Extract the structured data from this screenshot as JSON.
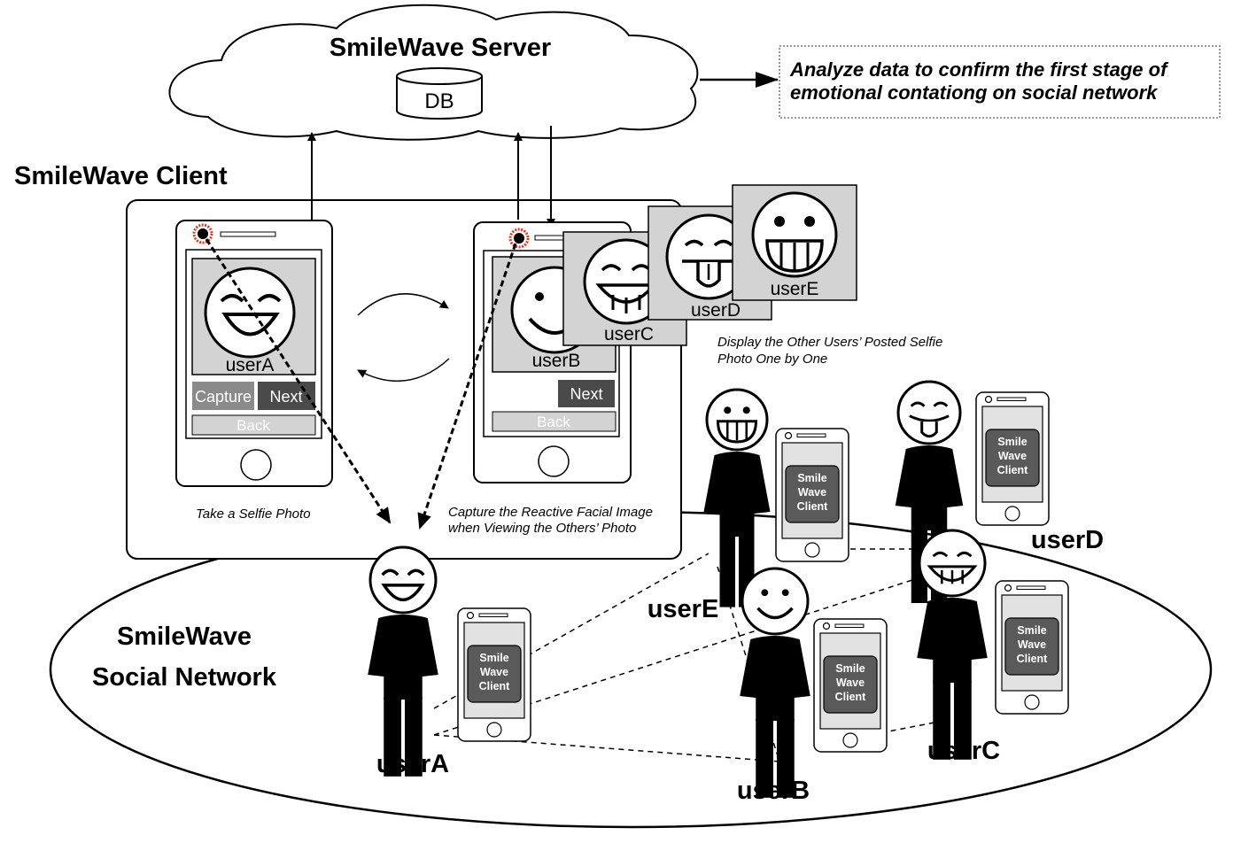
{
  "server": {
    "title": "SmileWave Server",
    "db": "DB"
  },
  "analysis": {
    "line1": "Analyze data to confirm the first stage of",
    "line2": "emotional contationg on social network"
  },
  "client": {
    "title": "SmileWave Client"
  },
  "phone_left": {
    "user": "userA",
    "capture": "Capture",
    "next": "Next",
    "back": "Back",
    "caption": "Take a Selfie Photo"
  },
  "phone_right": {
    "user": "userB",
    "next": "Next",
    "back": "Back",
    "caption_line1": "Capture the Reactive Facial Image",
    "caption_line2": "when Viewing the Others’ Photo"
  },
  "stack_photos": {
    "userC": "userC",
    "userD": "userD",
    "userE": "userE"
  },
  "display_caption": {
    "line1": "Display the Other Users’  Posted Selfie",
    "line2": "Photo One by One"
  },
  "network": {
    "line1": "SmileWave",
    "line2": "Social Network"
  },
  "app_label": {
    "line1": "Smile",
    "line2": "Wave",
    "line3": "Client"
  },
  "people": {
    "userA": "userA",
    "userB": "userB",
    "userC": "userC",
    "userD": "userD",
    "userE": "userE"
  }
}
